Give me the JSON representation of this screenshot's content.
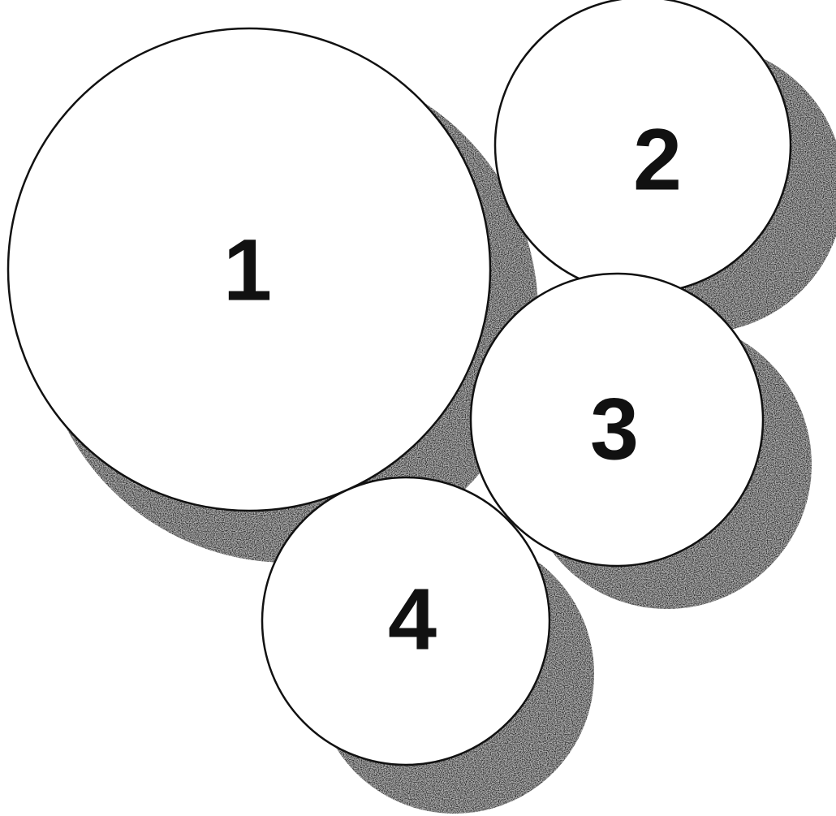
{
  "diagram": {
    "colors": {
      "background": "#ffffff",
      "face": "#ffffff",
      "outline": "#111111",
      "shadow": "#2a2a2a",
      "label": "#111111"
    },
    "discs": [
      {
        "label": "1"
      },
      {
        "label": "2"
      },
      {
        "label": "3"
      },
      {
        "label": "4"
      }
    ]
  }
}
